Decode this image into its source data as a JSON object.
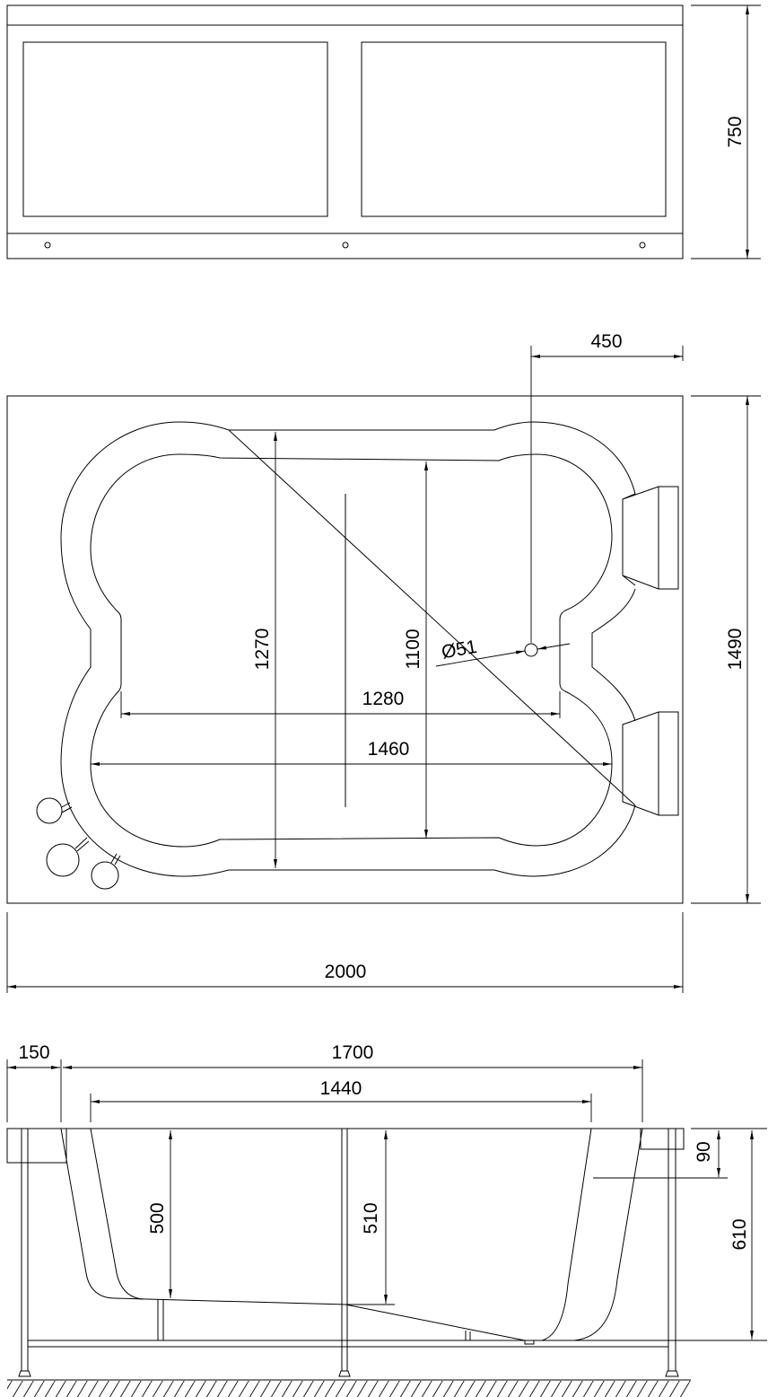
{
  "front_view": {
    "height_label": "750"
  },
  "plan_view": {
    "drain_offset_label": "450",
    "total_width_label": "1490",
    "total_length_label": "2000",
    "outer_bowl_length_label": "1270",
    "inner_bowl_length_label": "1100",
    "waist_width_label": "1280",
    "inner_width_label": "1460",
    "drain_diameter_label": "Ø51"
  },
  "side_view": {
    "rim_offset_label": "150",
    "outer_bowl_label": "1700",
    "inner_bowl_label": "1440",
    "depth_left_label": "500",
    "depth_center_label": "510",
    "rim_height_label": "90",
    "total_height_label": "610"
  }
}
